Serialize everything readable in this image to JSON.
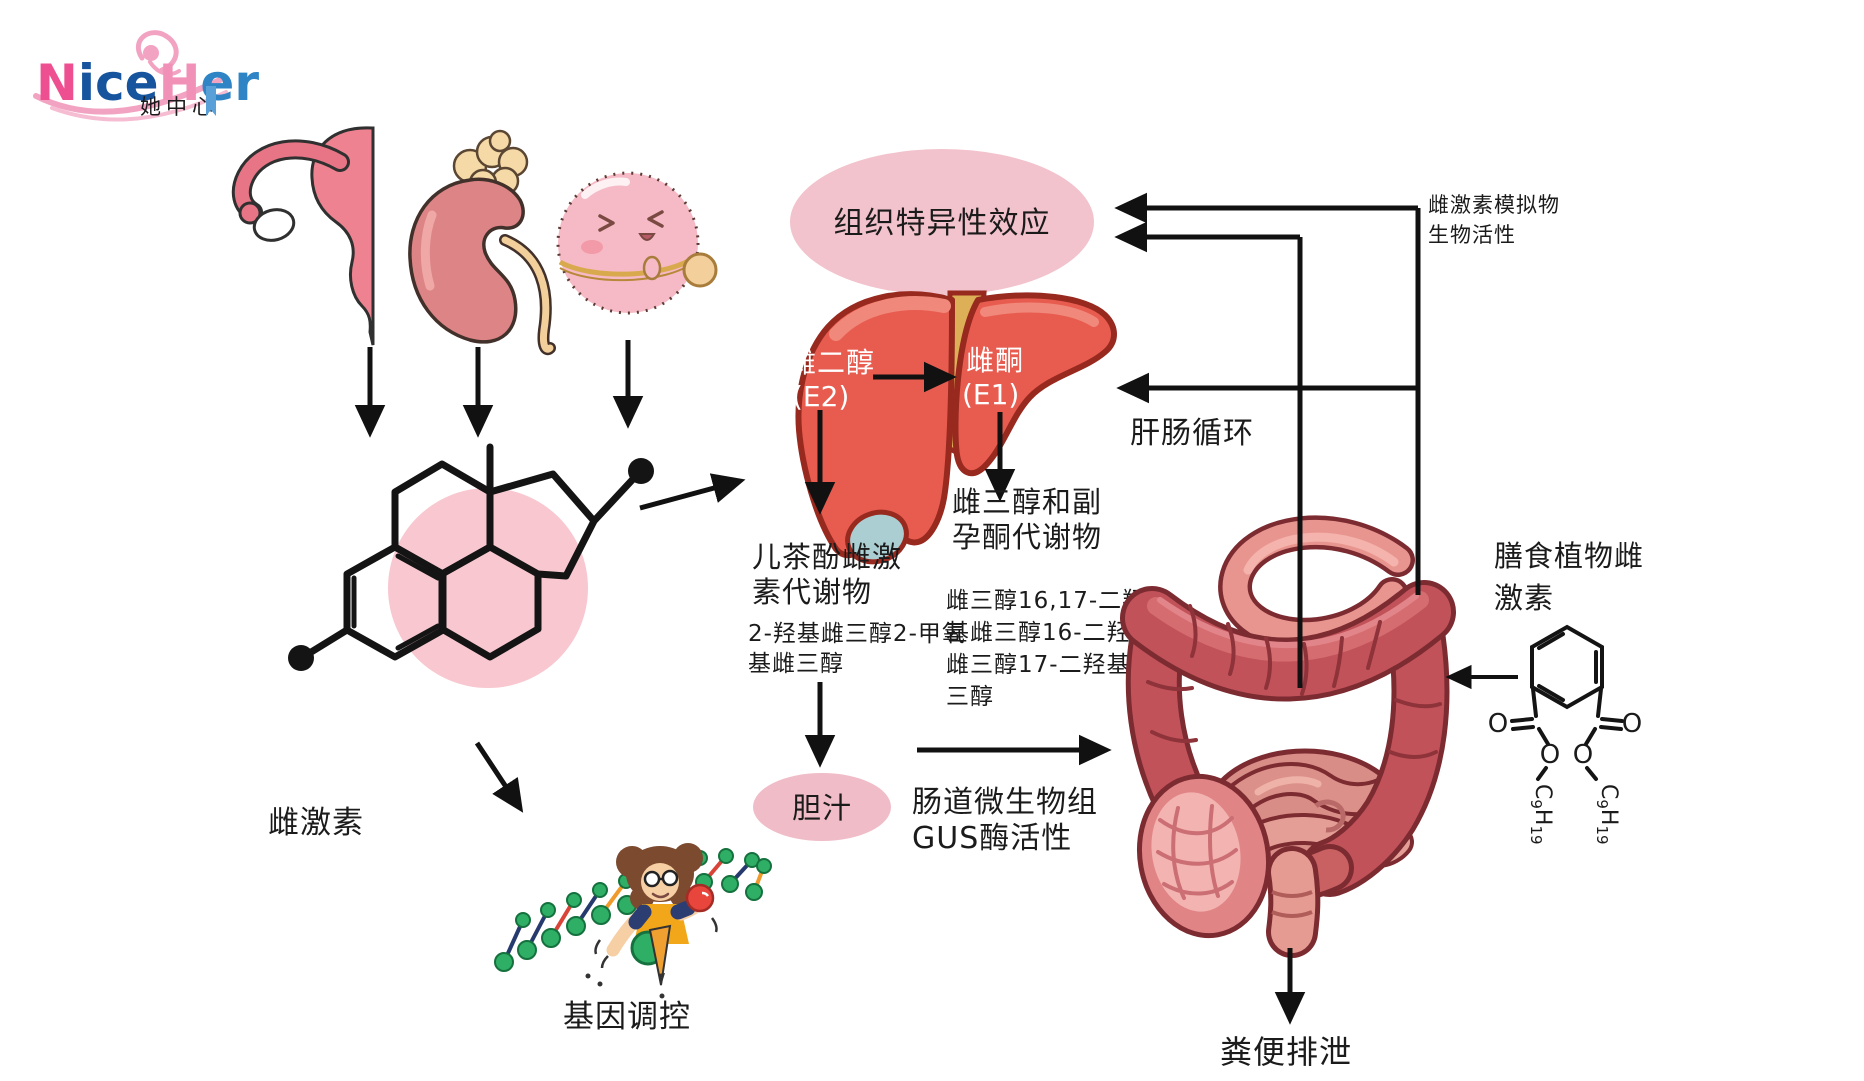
{
  "colors": {
    "pink_ellipse": "#f2c2cd",
    "bile_ellipse": "#f0bcc8",
    "pink_circle": "#f8c7d0",
    "liver": "#e85c50",
    "liver_outline": "#97291f",
    "liver_band": "#ddb057",
    "gallbladder": "#abced2",
    "intestine": "#c2525a",
    "intestine_outline": "#7c2b31",
    "small_intestine": "#db918a",
    "dna_green": "#2fae66",
    "arrow_black": "#111111",
    "text_black": "#1b1b1b",
    "logo_pink": "#ee4f90",
    "logo_blue": "#17549e"
  },
  "logo": {
    "brand_n": "N",
    "brand_ice": "ice",
    "brand_h": "H",
    "brand_er": "er",
    "subtitle": "她中心"
  },
  "flow": {
    "tissue_effects": "组织特异性效应",
    "liver": {
      "e2": "雌二醇",
      "e2_abbr": "(E2)",
      "e1": "雌酮",
      "e1_abbr": "(E1)"
    },
    "catechol": {
      "line1": "儿茶酚雌激",
      "line2": "素代谢物",
      "sub1": "2-羟基雌三醇2-甲氧",
      "sub2": "基雌三醇"
    },
    "estriol": {
      "line1": "雌三醇和副",
      "line2": "孕酮代谢物",
      "sub1": "雌三醇16,17-二羟",
      "sub2": "基雌三醇16-二羟基",
      "sub3": "雌三醇17-二羟基雌",
      "sub4": "三醇"
    },
    "bile": "胆汁",
    "gut": {
      "line1": "肠道微生物组",
      "line2": "GUS酶活性"
    },
    "hepatic_circulation": "肝肠循环",
    "mimics": {
      "line1": "雌激素模拟物",
      "line2": "生物活性"
    },
    "dietary": {
      "line1": "膳食植物雌",
      "line2": "激素"
    },
    "estrogen": "雌激素",
    "gene_regulation": "基因调控",
    "fecal_excretion": "粪便排泄",
    "chem": {
      "o": "O",
      "c": "C",
      "n9": "9",
      "h": "H",
      "n19": "19"
    }
  }
}
